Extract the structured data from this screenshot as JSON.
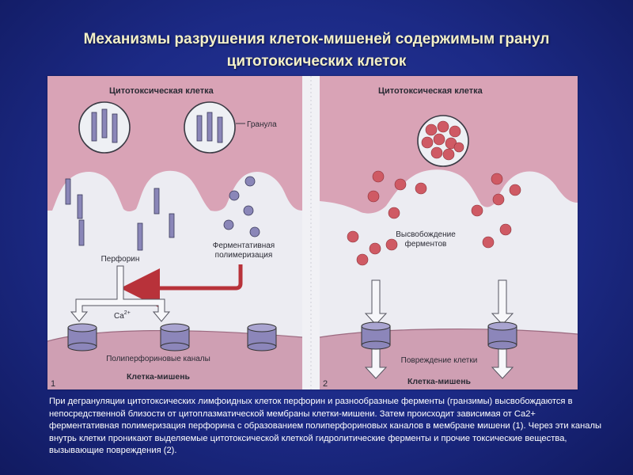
{
  "title": {
    "line1": "Механизмы разрушения клеток-мишеней содержимым гранул",
    "line2": "цитотоксических клеток"
  },
  "diagram": {
    "panel1": {
      "number": "1",
      "top_cell_label": "Цитотоксическая клетка",
      "granule_label": "Гранула",
      "perforin_label": "Перфорин",
      "polymerization_label_line1": "Ферментативная",
      "polymerization_label_line2": "полимеризация",
      "calcium_label": "Ca",
      "calcium_superscript": "2+",
      "channels_label": "Полиперфориновые каналы",
      "target_cell_label": "Клетка-мишень"
    },
    "panel2": {
      "number": "2",
      "top_cell_label": "Цитотоксическая клетка",
      "release_label_line1": "Высвобождение",
      "release_label_line2": "ферментов",
      "damage_label": "Повреждение клетки",
      "target_cell_label": "Клетка-мишень"
    }
  },
  "caption": {
    "text": "При дегрануляции цитотоксических лимфоидных клеток перфорин и разнообразные ферменты (гранзимы) высвобождаются в непосредственной близости от цитоплазматической мембраны клетки-мишени. Затем происходит зависимая от Ca2+ ферментативная полимеризация перфорина с образованием полиперфориновых каналов в мембране мишени (1). Через эти каналы внутрь клетки проникают выделяемые цитотоксической клеткой гидролитические ферменты и прочие токсические вещества, вызывающие повреждения (2)."
  },
  "colors": {
    "cytotoxic_cell": "#d9a3b6",
    "target_cell": "#cf9fb3",
    "gap": "#ececf2",
    "perforin": "#8a86b8",
    "enzyme_dot": "#cf5a64",
    "arrow_red": "#b8323a",
    "channel": "#8c86ba"
  }
}
